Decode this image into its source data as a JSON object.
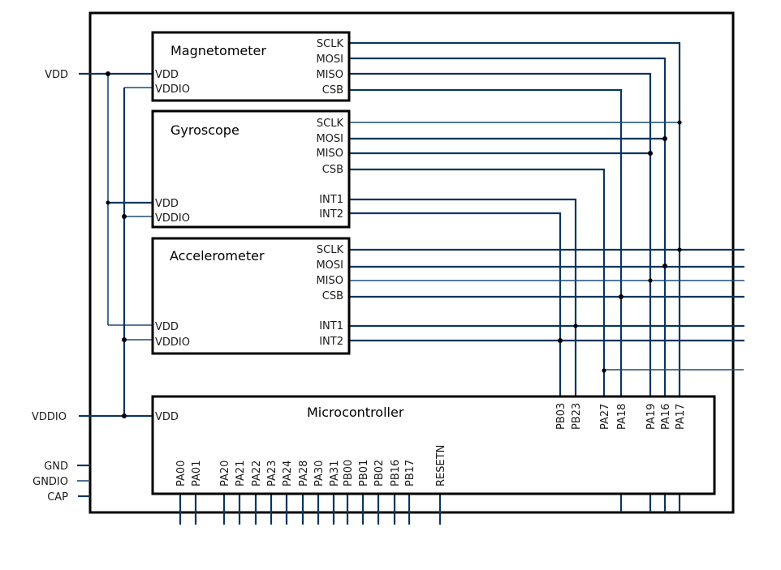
{
  "diagram": {
    "wire_color": "#0b3560",
    "external_pins": {
      "vdd": "VDD",
      "vddio": "VDDIO",
      "gnd": "GND",
      "gndio": "GNDIO",
      "cap": "CAP"
    },
    "magnetometer": {
      "title": "Magnetometer",
      "left_pins": [
        "VDD",
        "VDDIO"
      ],
      "right_pins": [
        "SCLK",
        "MOSI",
        "MISO",
        "CSB"
      ]
    },
    "gyroscope": {
      "title": "Gyroscope",
      "left_pins": [
        "VDD",
        "VDDIO"
      ],
      "right_pins": [
        "SCLK",
        "MOSI",
        "MISO",
        "CSB",
        "INT1",
        "INT2"
      ]
    },
    "accelerometer": {
      "title": "Accelerometer",
      "left_pins": [
        "VDD",
        "VDDIO"
      ],
      "right_pins": [
        "SCLK",
        "MOSI",
        "MISO",
        "CSB",
        "INT1",
        "INT2"
      ]
    },
    "microcontroller": {
      "title": "Microcontroller",
      "vdd_pin": "VDD",
      "top_pins": [
        "PB03",
        "PB23",
        "PA27",
        "PA18",
        "PA19",
        "PA16",
        "PA17"
      ],
      "bottom_pins": [
        "PA00",
        "PA01",
        "PA20",
        "PA21",
        "PA22",
        "PA23",
        "PA24",
        "PA28",
        "PA30",
        "PA31",
        "PB00",
        "PB01",
        "PB02",
        "PB16",
        "PB17",
        "RESETN"
      ]
    }
  }
}
